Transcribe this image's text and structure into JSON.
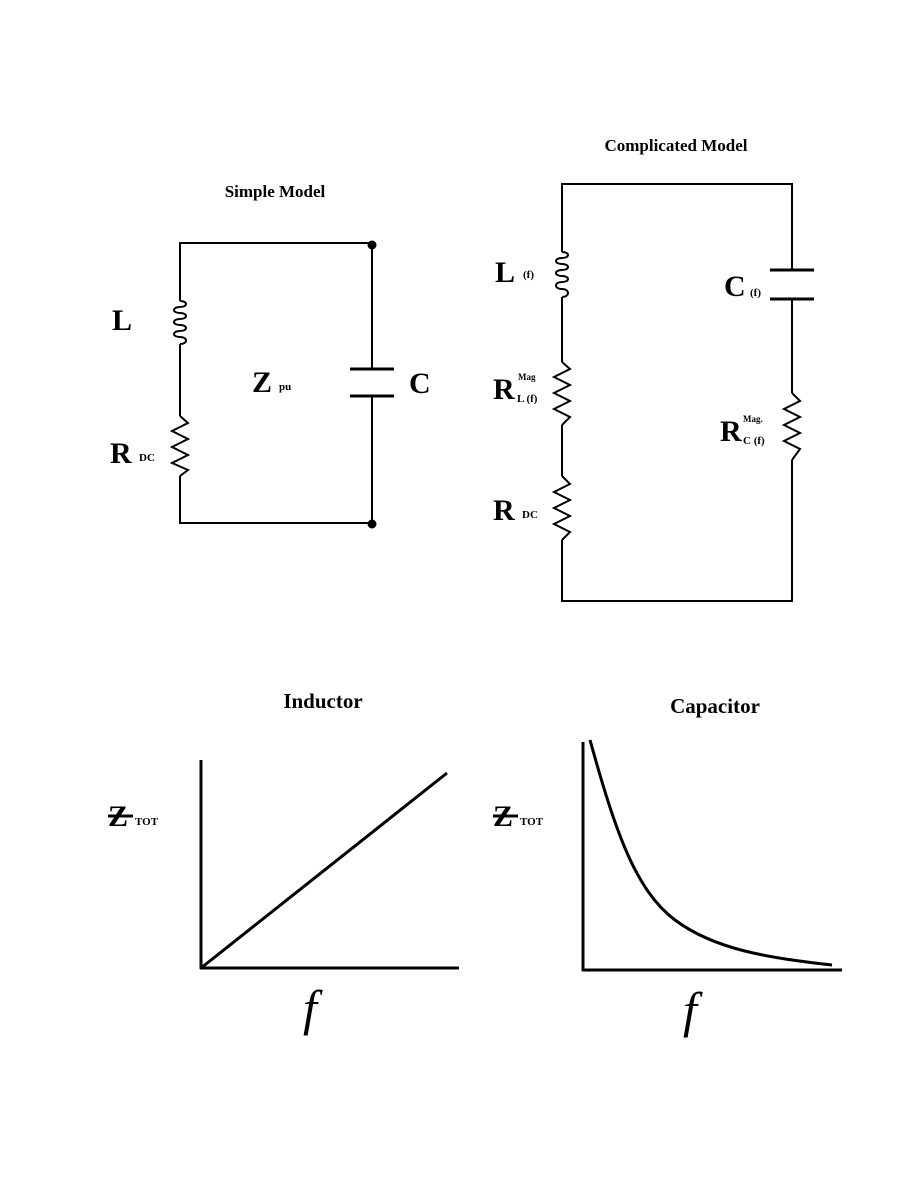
{
  "simple_model": {
    "title": "Simple Model",
    "inductor": "L",
    "resistor": "R",
    "resistor_sub": "DC",
    "impedance": "Z",
    "impedance_sub": "pu",
    "capacitor": "C"
  },
  "complicated_model": {
    "title": "Complicated Model",
    "inductor": "L",
    "inductor_sub": "(f)",
    "capacitor": "C",
    "capacitor_sub": "(f)",
    "r_mag_l": "R",
    "r_mag_l_sup": "Mag",
    "r_mag_l_sub": "L (f)",
    "r_mag_c": "R",
    "r_mag_c_sup": "Mag.",
    "r_mag_c_sub": "C (f)",
    "r_dc": "R",
    "r_dc_sub": "DC"
  },
  "inductor_plot": {
    "title": "Inductor",
    "ylabel": "Z",
    "ylabel_sub": "TOT",
    "xlabel": "f"
  },
  "capacitor_plot": {
    "title": "Capacitor",
    "ylabel": "Z",
    "ylabel_sub": "TOT",
    "xlabel": "f"
  }
}
